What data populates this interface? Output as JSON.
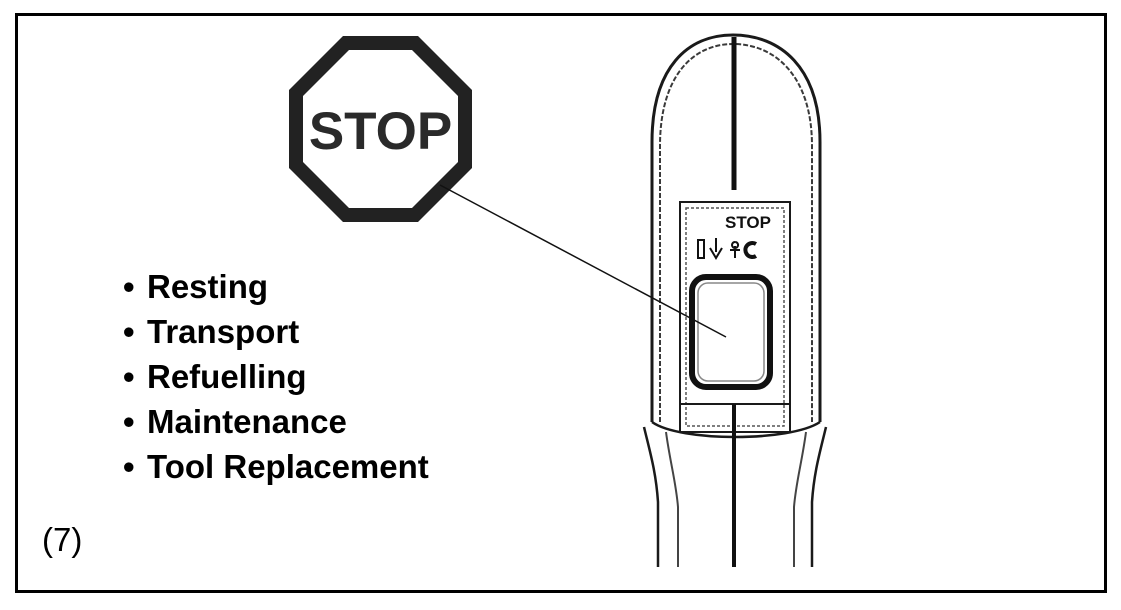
{
  "stop_sign": {
    "label": "STOP"
  },
  "tool_label": {
    "text": "STOP"
  },
  "situations": [
    "Resting",
    "Transport",
    "Refuelling",
    "Maintenance",
    "Tool Replacement"
  ],
  "bullet_char": "•",
  "figure_number": "(7)"
}
